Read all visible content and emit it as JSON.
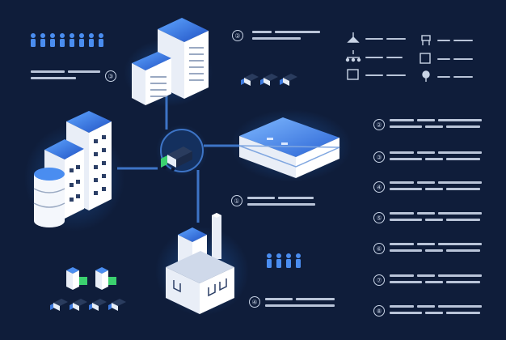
{
  "markers": {
    "top": "②",
    "left": "③",
    "center": "①",
    "bottom": "④"
  },
  "list_numbers": [
    "②",
    "③",
    "④",
    "⑤",
    "⑥",
    "⑦",
    "⑧"
  ],
  "legend_icons": [
    "ceiling-lamp-icon",
    "chair-icon",
    "chandelier-icon",
    "frame-icon",
    "picture-frame-icon",
    "lamp-icon"
  ],
  "colors": {
    "background": "#0f1d3a",
    "glow": "#1e5aa8",
    "building_top": "#2e6ad6",
    "building_side": "#ffffff",
    "accent": "#4aa3ff",
    "text_bars": "#b9c4d8",
    "truck_green": "#3bd16f"
  }
}
